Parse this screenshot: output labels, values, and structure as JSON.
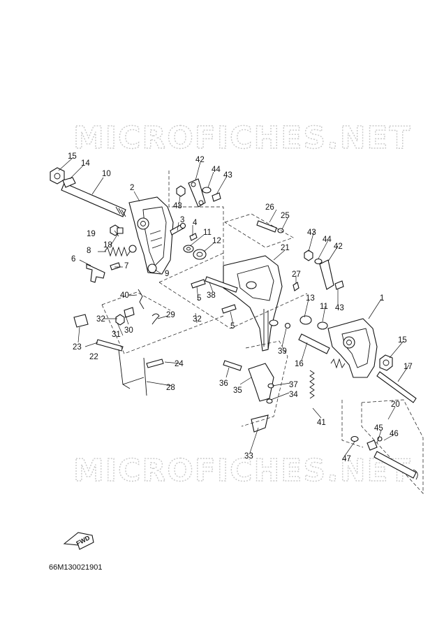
{
  "watermark": "MICROFICHES.NET",
  "drawing_code": "66M130021901",
  "fwd_label": "FWD",
  "callouts": [
    "1",
    "2",
    "3",
    "4",
    "5",
    "6",
    "7",
    "8",
    "9",
    "10",
    "11",
    "12",
    "13",
    "14",
    "15",
    "16",
    "17",
    "18",
    "19",
    "20",
    "21",
    "22",
    "23",
    "24",
    "25",
    "26",
    "27",
    "28",
    "29",
    "30",
    "31",
    "32",
    "33",
    "34",
    "35",
    "36",
    "37",
    "38",
    "39",
    "40",
    "41",
    "42",
    "43",
    "44",
    "45",
    "46",
    "47"
  ]
}
